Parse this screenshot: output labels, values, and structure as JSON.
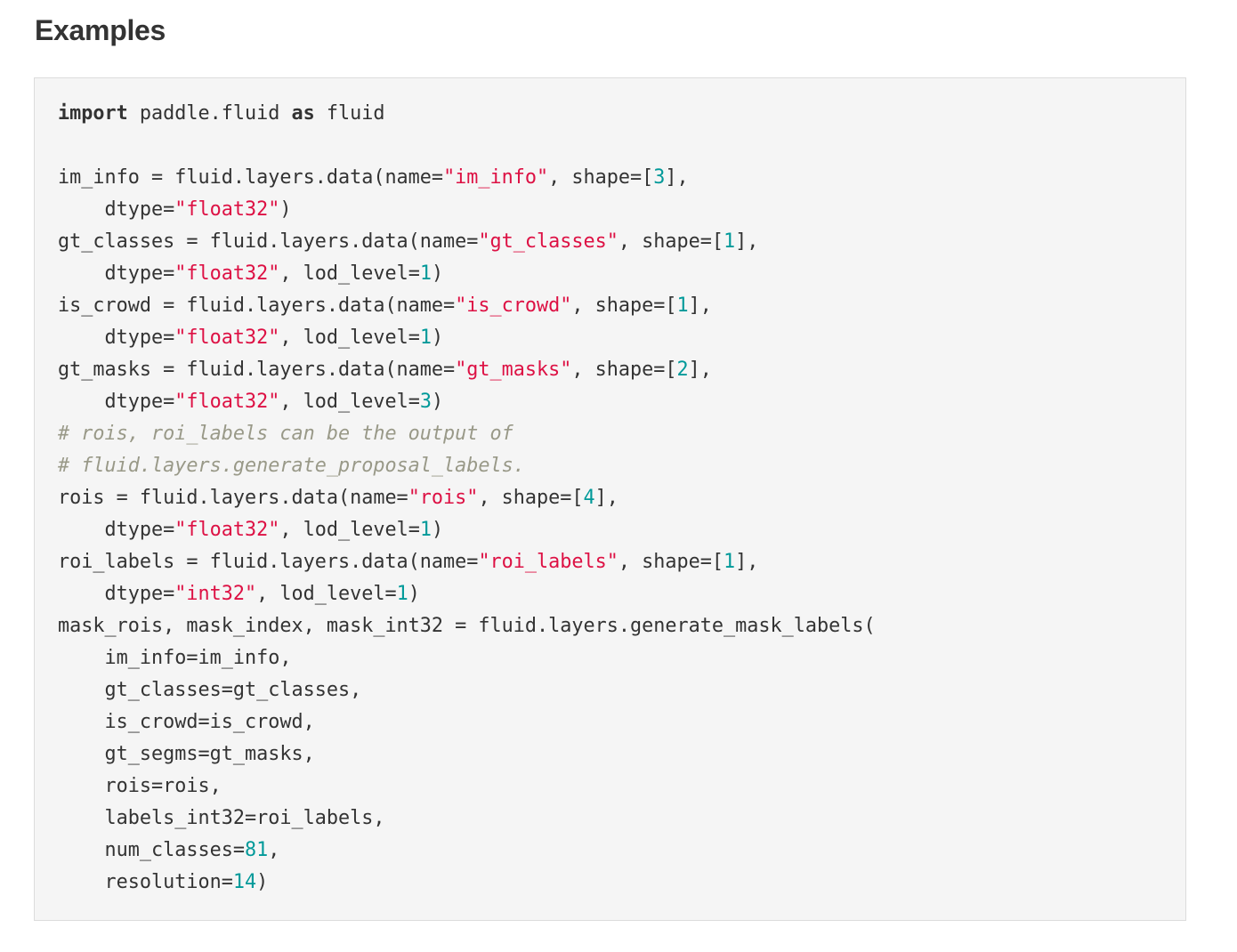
{
  "heading": "Examples",
  "code": {
    "lines": [
      [
        {
          "t": "k",
          "v": "import"
        },
        {
          "t": "p",
          "v": " paddle.fluid "
        },
        {
          "t": "k",
          "v": "as"
        },
        {
          "t": "p",
          "v": " fluid"
        }
      ],
      [],
      [
        {
          "t": "p",
          "v": "im_info = fluid.layers.data(name="
        },
        {
          "t": "s",
          "v": "\"im_info\""
        },
        {
          "t": "p",
          "v": ", shape=["
        },
        {
          "t": "n",
          "v": "3"
        },
        {
          "t": "p",
          "v": "],"
        }
      ],
      [
        {
          "t": "p",
          "v": "    dtype="
        },
        {
          "t": "s",
          "v": "\"float32\""
        },
        {
          "t": "p",
          "v": ")"
        }
      ],
      [
        {
          "t": "p",
          "v": "gt_classes = fluid.layers.data(name="
        },
        {
          "t": "s",
          "v": "\"gt_classes\""
        },
        {
          "t": "p",
          "v": ", shape=["
        },
        {
          "t": "n",
          "v": "1"
        },
        {
          "t": "p",
          "v": "],"
        }
      ],
      [
        {
          "t": "p",
          "v": "    dtype="
        },
        {
          "t": "s",
          "v": "\"float32\""
        },
        {
          "t": "p",
          "v": ", lod_level="
        },
        {
          "t": "n",
          "v": "1"
        },
        {
          "t": "p",
          "v": ")"
        }
      ],
      [
        {
          "t": "p",
          "v": "is_crowd = fluid.layers.data(name="
        },
        {
          "t": "s",
          "v": "\"is_crowd\""
        },
        {
          "t": "p",
          "v": ", shape=["
        },
        {
          "t": "n",
          "v": "1"
        },
        {
          "t": "p",
          "v": "],"
        }
      ],
      [
        {
          "t": "p",
          "v": "    dtype="
        },
        {
          "t": "s",
          "v": "\"float32\""
        },
        {
          "t": "p",
          "v": ", lod_level="
        },
        {
          "t": "n",
          "v": "1"
        },
        {
          "t": "p",
          "v": ")"
        }
      ],
      [
        {
          "t": "p",
          "v": "gt_masks = fluid.layers.data(name="
        },
        {
          "t": "s",
          "v": "\"gt_masks\""
        },
        {
          "t": "p",
          "v": ", shape=["
        },
        {
          "t": "n",
          "v": "2"
        },
        {
          "t": "p",
          "v": "],"
        }
      ],
      [
        {
          "t": "p",
          "v": "    dtype="
        },
        {
          "t": "s",
          "v": "\"float32\""
        },
        {
          "t": "p",
          "v": ", lod_level="
        },
        {
          "t": "n",
          "v": "3"
        },
        {
          "t": "p",
          "v": ")"
        }
      ],
      [
        {
          "t": "c",
          "v": "# rois, roi_labels can be the output of"
        }
      ],
      [
        {
          "t": "c",
          "v": "# fluid.layers.generate_proposal_labels."
        }
      ],
      [
        {
          "t": "p",
          "v": "rois = fluid.layers.data(name="
        },
        {
          "t": "s",
          "v": "\"rois\""
        },
        {
          "t": "p",
          "v": ", shape=["
        },
        {
          "t": "n",
          "v": "4"
        },
        {
          "t": "p",
          "v": "],"
        }
      ],
      [
        {
          "t": "p",
          "v": "    dtype="
        },
        {
          "t": "s",
          "v": "\"float32\""
        },
        {
          "t": "p",
          "v": ", lod_level="
        },
        {
          "t": "n",
          "v": "1"
        },
        {
          "t": "p",
          "v": ")"
        }
      ],
      [
        {
          "t": "p",
          "v": "roi_labels = fluid.layers.data(name="
        },
        {
          "t": "s",
          "v": "\"roi_labels\""
        },
        {
          "t": "p",
          "v": ", shape=["
        },
        {
          "t": "n",
          "v": "1"
        },
        {
          "t": "p",
          "v": "],"
        }
      ],
      [
        {
          "t": "p",
          "v": "    dtype="
        },
        {
          "t": "s",
          "v": "\"int32\""
        },
        {
          "t": "p",
          "v": ", lod_level="
        },
        {
          "t": "n",
          "v": "1"
        },
        {
          "t": "p",
          "v": ")"
        }
      ],
      [
        {
          "t": "p",
          "v": "mask_rois, mask_index, mask_int32 = fluid.layers.generate_mask_labels("
        }
      ],
      [
        {
          "t": "p",
          "v": "    im_info=im_info,"
        }
      ],
      [
        {
          "t": "p",
          "v": "    gt_classes=gt_classes,"
        }
      ],
      [
        {
          "t": "p",
          "v": "    is_crowd=is_crowd,"
        }
      ],
      [
        {
          "t": "p",
          "v": "    gt_segms=gt_masks,"
        }
      ],
      [
        {
          "t": "p",
          "v": "    rois=rois,"
        }
      ],
      [
        {
          "t": "p",
          "v": "    labels_int32=roi_labels,"
        }
      ],
      [
        {
          "t": "p",
          "v": "    num_classes="
        },
        {
          "t": "n",
          "v": "81"
        },
        {
          "t": "p",
          "v": ","
        }
      ],
      [
        {
          "t": "p",
          "v": "    resolution="
        },
        {
          "t": "n",
          "v": "14"
        },
        {
          "t": "p",
          "v": ")"
        }
      ]
    ]
  }
}
